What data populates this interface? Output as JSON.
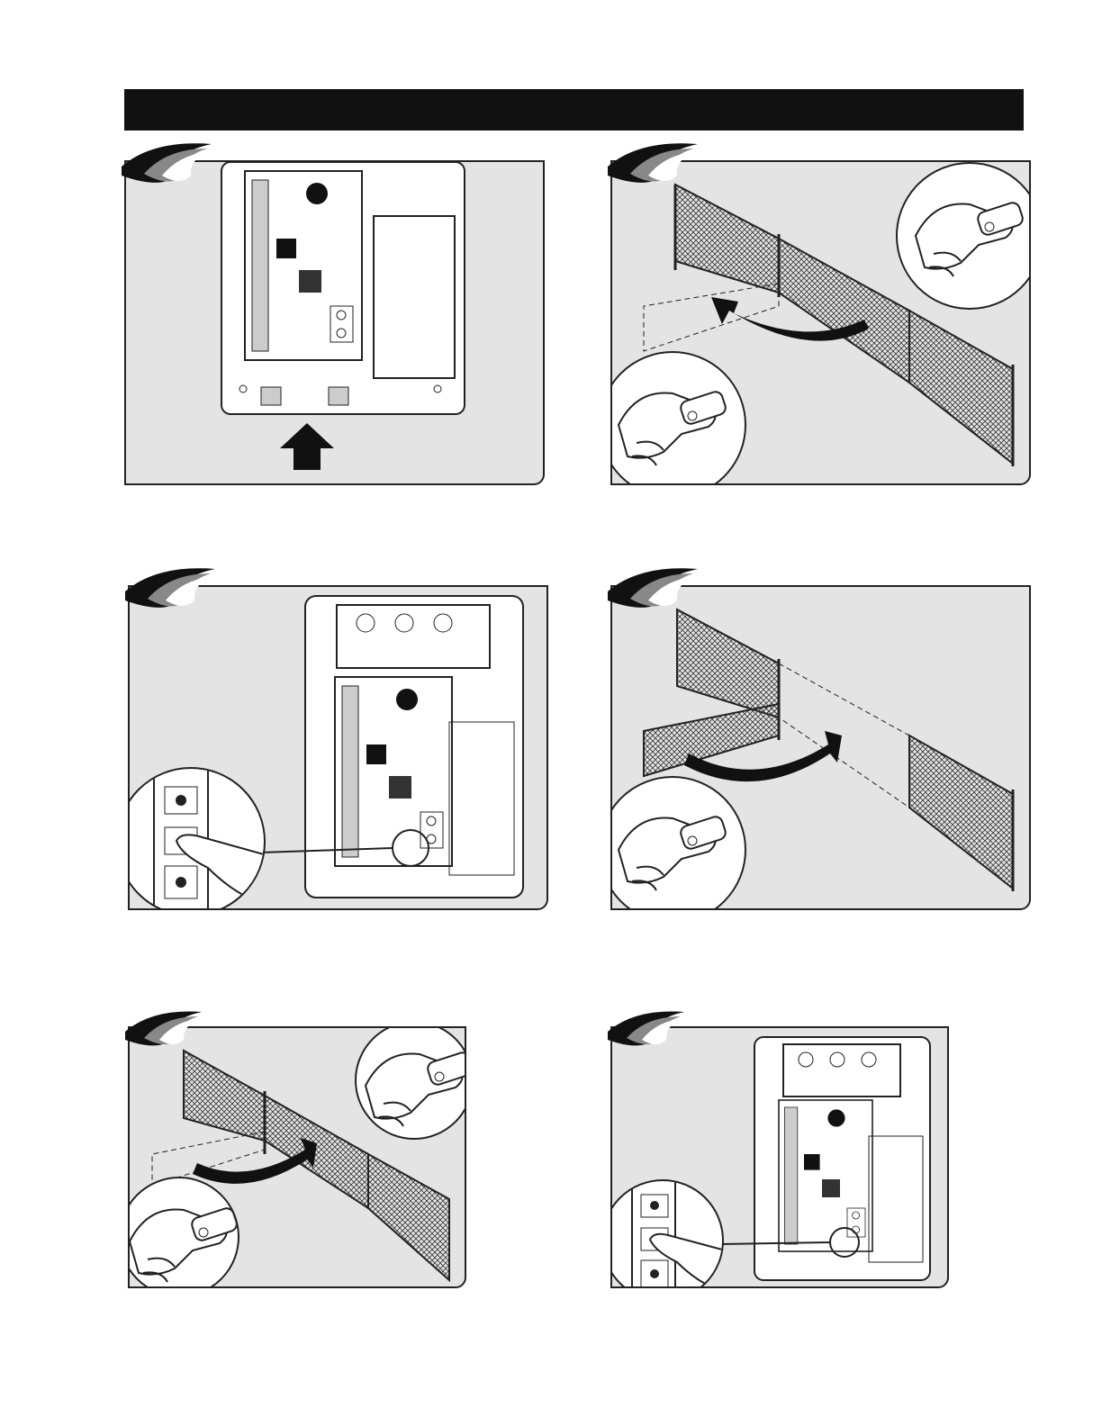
{
  "header": {
    "title": ""
  },
  "colors": {
    "bar": "#111111",
    "panel": "#e4e4e4",
    "line": "#222222"
  },
  "steps": [
    {
      "id": 1,
      "scene": "control-box-open",
      "callout": "up-arrow"
    },
    {
      "id": 2,
      "scene": "gate-open-swing",
      "callout": "remote-press"
    },
    {
      "id": 3,
      "scene": "control-box-button",
      "callout": "finger-press"
    },
    {
      "id": 4,
      "scene": "gate-close-swing",
      "callout": "remote-press"
    },
    {
      "id": 5,
      "scene": "gate-swing-partial",
      "callout": "remote-press"
    },
    {
      "id": 6,
      "scene": "control-box-button",
      "callout": "finger-press"
    }
  ]
}
